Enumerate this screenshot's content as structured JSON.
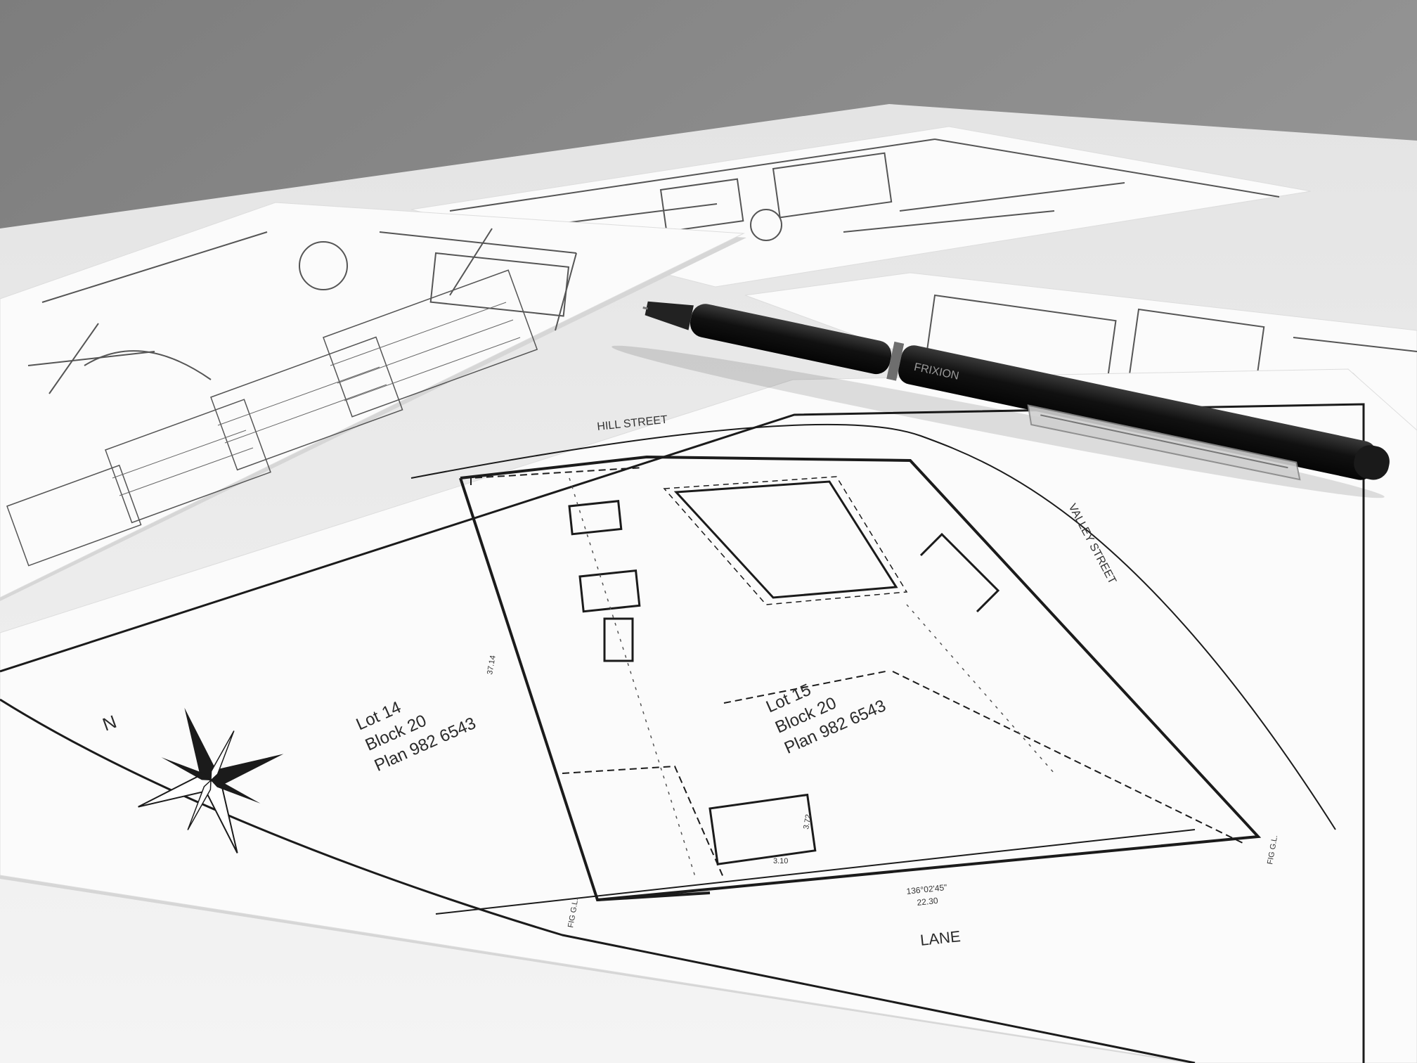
{
  "plan": {
    "street_top": "HILL STREET",
    "street_right": "VALLEY STREET",
    "street_bottom": "LANE",
    "lot14": {
      "lot": "Lot 14",
      "block": "Block 20",
      "plan": "Plan 982 6543"
    },
    "lot15": {
      "lot": "Lot 15",
      "block": "Block 20",
      "plan": "Plan 982 6543"
    },
    "north": "N",
    "bearing_bottom": "136°02'45\"",
    "distance_bottom": "22.30",
    "shed_dim": "3.10",
    "shed_side": "3.72",
    "left_dim": "37.14",
    "marker_fig_left": "FIG G.L.",
    "marker_fig_right": "FIG G.L."
  },
  "pen": {
    "brand": "FRIXION"
  },
  "colors": {
    "wall": "#8e8e8e",
    "table": "#ececec",
    "paper": "#fbfbfb",
    "ink": "#1b1b1b",
    "pen": "#111111"
  }
}
